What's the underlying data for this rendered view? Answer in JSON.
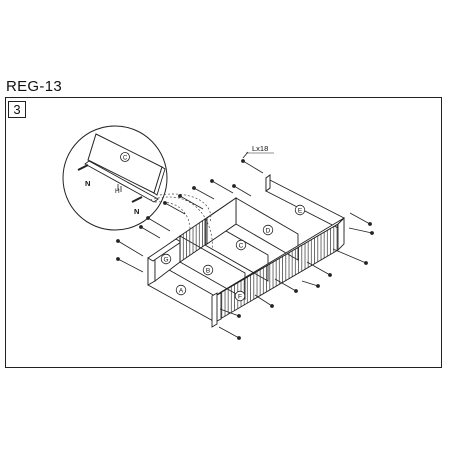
{
  "document": {
    "code": "REG-13",
    "step_number": "3"
  },
  "callout": {
    "screw_label": "Lx18"
  },
  "parts": {
    "a": "A",
    "b": "B",
    "c": "C",
    "d": "D",
    "e": "E",
    "f": "F",
    "g": "G",
    "n": "N",
    "h": "H"
  }
}
